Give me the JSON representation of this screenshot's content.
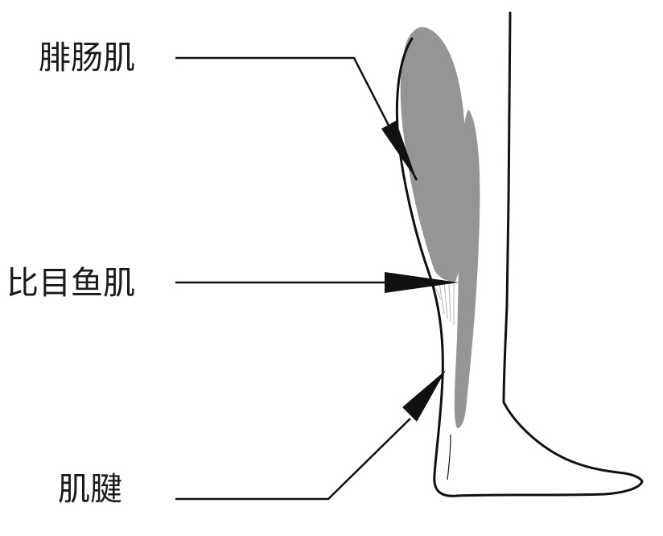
{
  "labels": {
    "gastrocnemius": "腓肠肌",
    "soleus": "比目鱼肌",
    "tendon": "肌腱"
  },
  "colors": {
    "muscle_fill": "#959595",
    "outline": "#111111",
    "background": "#ffffff"
  }
}
